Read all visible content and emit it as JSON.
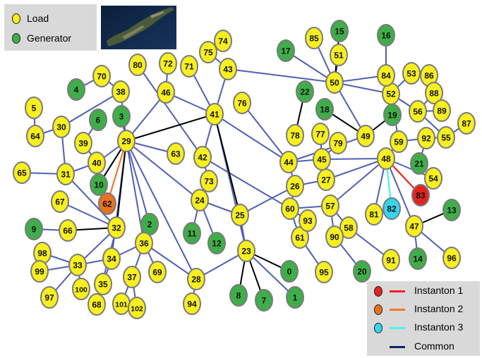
{
  "legend": {
    "node_types": [
      {
        "label": "Load",
        "color": "#f7ef1e"
      },
      {
        "label": "Generator",
        "color": "#3fae49"
      }
    ],
    "instantons": [
      {
        "label": "Instanton 1",
        "node_color": "#e3231f",
        "line_color": "#ee2222"
      },
      {
        "label": "Instanton 2",
        "node_color": "#e8731e",
        "line_color": "#f07a2a"
      },
      {
        "label": "Instanton 3",
        "node_color": "#33d6ee",
        "line_color": "#4ff2f2"
      },
      {
        "label": "Common",
        "line_color": "#14206a"
      }
    ]
  },
  "colors": {
    "load": "#f7ef1e",
    "generator": "#3fae49",
    "edge": "#4e5fb5",
    "highlight_edge": "#000000",
    "node_border": "#7a7a7a"
  },
  "nodes": [
    {
      "id": "0",
      "type": "generator"
    },
    {
      "id": "1",
      "type": "generator"
    },
    {
      "id": "2",
      "type": "generator"
    },
    {
      "id": "3",
      "type": "generator"
    },
    {
      "id": "4",
      "type": "generator"
    },
    {
      "id": "5",
      "type": "load"
    },
    {
      "id": "6",
      "type": "generator"
    },
    {
      "id": "7",
      "type": "generator"
    },
    {
      "id": "8",
      "type": "generator"
    },
    {
      "id": "9",
      "type": "generator"
    },
    {
      "id": "10",
      "type": "generator"
    },
    {
      "id": "11",
      "type": "generator"
    },
    {
      "id": "12",
      "type": "generator"
    },
    {
      "id": "13",
      "type": "generator"
    },
    {
      "id": "14",
      "type": "generator"
    },
    {
      "id": "15",
      "type": "generator"
    },
    {
      "id": "16",
      "type": "generator"
    },
    {
      "id": "17",
      "type": "generator"
    },
    {
      "id": "18",
      "type": "generator"
    },
    {
      "id": "19",
      "type": "generator"
    },
    {
      "id": "20",
      "type": "generator"
    },
    {
      "id": "21",
      "type": "generator"
    },
    {
      "id": "22",
      "type": "generator"
    },
    {
      "id": "23",
      "type": "load"
    },
    {
      "id": "24",
      "type": "load"
    },
    {
      "id": "25",
      "type": "load"
    },
    {
      "id": "26",
      "type": "load"
    },
    {
      "id": "27",
      "type": "load"
    },
    {
      "id": "28",
      "type": "load"
    },
    {
      "id": "29",
      "type": "load"
    },
    {
      "id": "30",
      "type": "load"
    },
    {
      "id": "31",
      "type": "load"
    },
    {
      "id": "32",
      "type": "load"
    },
    {
      "id": "33",
      "type": "load"
    },
    {
      "id": "34",
      "type": "load"
    },
    {
      "id": "35",
      "type": "load"
    },
    {
      "id": "36",
      "type": "load"
    },
    {
      "id": "37",
      "type": "load"
    },
    {
      "id": "38",
      "type": "load"
    },
    {
      "id": "39",
      "type": "load"
    },
    {
      "id": "40",
      "type": "load"
    },
    {
      "id": "41",
      "type": "load"
    },
    {
      "id": "42",
      "type": "load"
    },
    {
      "id": "43",
      "type": "load"
    },
    {
      "id": "44",
      "type": "load"
    },
    {
      "id": "45",
      "type": "load"
    },
    {
      "id": "46",
      "type": "load"
    },
    {
      "id": "47",
      "type": "load"
    },
    {
      "id": "48",
      "type": "load"
    },
    {
      "id": "49",
      "type": "load"
    },
    {
      "id": "50",
      "type": "load"
    },
    {
      "id": "51",
      "type": "load"
    },
    {
      "id": "52",
      "type": "load"
    },
    {
      "id": "53",
      "type": "load"
    },
    {
      "id": "54",
      "type": "load"
    },
    {
      "id": "55",
      "type": "load"
    },
    {
      "id": "56",
      "type": "load"
    },
    {
      "id": "57",
      "type": "load"
    },
    {
      "id": "58",
      "type": "load"
    },
    {
      "id": "59",
      "type": "load"
    },
    {
      "id": "60",
      "type": "load"
    },
    {
      "id": "61",
      "type": "load"
    },
    {
      "id": "62",
      "type": "instanton2"
    },
    {
      "id": "63",
      "type": "load"
    },
    {
      "id": "64",
      "type": "load"
    },
    {
      "id": "65",
      "type": "load"
    },
    {
      "id": "66",
      "type": "load"
    },
    {
      "id": "67",
      "type": "load"
    },
    {
      "id": "68",
      "type": "load"
    },
    {
      "id": "69",
      "type": "load"
    },
    {
      "id": "70",
      "type": "load"
    },
    {
      "id": "71",
      "type": "load"
    },
    {
      "id": "72",
      "type": "load"
    },
    {
      "id": "73",
      "type": "load"
    },
    {
      "id": "74",
      "type": "load"
    },
    {
      "id": "75",
      "type": "load"
    },
    {
      "id": "76",
      "type": "load"
    },
    {
      "id": "77",
      "type": "load"
    },
    {
      "id": "78",
      "type": "load"
    },
    {
      "id": "79",
      "type": "load"
    },
    {
      "id": "80",
      "type": "load"
    },
    {
      "id": "81",
      "type": "load"
    },
    {
      "id": "82",
      "type": "instanton3"
    },
    {
      "id": "83",
      "type": "instanton1"
    },
    {
      "id": "84",
      "type": "load"
    },
    {
      "id": "85",
      "type": "load"
    },
    {
      "id": "86",
      "type": "load"
    },
    {
      "id": "87",
      "type": "load"
    },
    {
      "id": "88",
      "type": "load"
    },
    {
      "id": "89",
      "type": "load"
    },
    {
      "id": "90",
      "type": "load"
    },
    {
      "id": "91",
      "type": "load"
    },
    {
      "id": "92",
      "type": "load"
    },
    {
      "id": "93",
      "type": "load"
    },
    {
      "id": "94",
      "type": "load"
    },
    {
      "id": "95",
      "type": "load"
    },
    {
      "id": "96",
      "type": "load"
    },
    {
      "id": "97",
      "type": "load"
    },
    {
      "id": "98",
      "type": "load"
    },
    {
      "id": "99",
      "type": "load"
    },
    {
      "id": "100",
      "type": "load"
    },
    {
      "id": "101",
      "type": "load"
    },
    {
      "id": "102",
      "type": "load"
    }
  ],
  "edges": [
    [
      "4",
      "70"
    ],
    [
      "70",
      "38"
    ],
    [
      "38",
      "30"
    ],
    [
      "38",
      "29"
    ],
    [
      "5",
      "64"
    ],
    [
      "64",
      "30"
    ],
    [
      "30",
      "31"
    ],
    [
      "65",
      "31"
    ],
    [
      "31",
      "40"
    ],
    [
      "31",
      "32"
    ],
    [
      "39",
      "40"
    ],
    [
      "6",
      "39"
    ],
    [
      "40",
      "29"
    ],
    [
      "10",
      "29"
    ],
    [
      "3",
      "29"
    ],
    [
      "29",
      "46"
    ],
    [
      "29",
      "63"
    ],
    [
      "29",
      "24"
    ],
    [
      "29",
      "36"
    ],
    [
      "29",
      "2"
    ],
    [
      "29",
      "28"
    ],
    [
      "29",
      "34"
    ],
    [
      "80",
      "42"
    ],
    [
      "46",
      "72"
    ],
    [
      "46",
      "41"
    ],
    [
      "71",
      "41"
    ],
    [
      "41",
      "43"
    ],
    [
      "43",
      "75"
    ],
    [
      "75",
      "74"
    ],
    [
      "43",
      "50"
    ],
    [
      "41",
      "42"
    ],
    [
      "41",
      "44"
    ],
    [
      "76",
      "44"
    ],
    [
      "42",
      "73"
    ],
    [
      "42",
      "60"
    ],
    [
      "73",
      "24"
    ],
    [
      "24",
      "11"
    ],
    [
      "24",
      "12"
    ],
    [
      "24",
      "25"
    ],
    [
      "25",
      "26"
    ],
    [
      "25",
      "23"
    ],
    [
      "23",
      "28"
    ],
    [
      "28",
      "94"
    ],
    [
      "28",
      "36"
    ],
    [
      "67",
      "32"
    ],
    [
      "9",
      "66"
    ],
    [
      "32",
      "33"
    ],
    [
      "98",
      "33"
    ],
    [
      "99",
      "33"
    ],
    [
      "97",
      "33"
    ],
    [
      "33",
      "100"
    ],
    [
      "33",
      "34"
    ],
    [
      "34",
      "35"
    ],
    [
      "34",
      "36"
    ],
    [
      "36",
      "69"
    ],
    [
      "36",
      "37"
    ],
    [
      "37",
      "101"
    ],
    [
      "37",
      "102"
    ],
    [
      "32",
      "68"
    ],
    [
      "44",
      "45"
    ],
    [
      "45",
      "77"
    ],
    [
      "45",
      "79"
    ],
    [
      "45",
      "48"
    ],
    [
      "44",
      "26"
    ],
    [
      "26",
      "27"
    ],
    [
      "27",
      "48"
    ],
    [
      "60",
      "57"
    ],
    [
      "60",
      "93"
    ],
    [
      "60",
      "61"
    ],
    [
      "61",
      "95"
    ],
    [
      "57",
      "48"
    ],
    [
      "57",
      "90"
    ],
    [
      "57",
      "58"
    ],
    [
      "58",
      "91"
    ],
    [
      "90",
      "20"
    ],
    [
      "48",
      "81"
    ],
    [
      "48",
      "47"
    ],
    [
      "48",
      "54"
    ],
    [
      "48",
      "59"
    ],
    [
      "47",
      "14"
    ],
    [
      "47",
      "96"
    ],
    [
      "59",
      "92"
    ],
    [
      "92",
      "55"
    ],
    [
      "92",
      "21"
    ],
    [
      "55",
      "87"
    ],
    [
      "55",
      "56"
    ],
    [
      "56",
      "88"
    ],
    [
      "56",
      "89"
    ],
    [
      "56",
      "52"
    ],
    [
      "52",
      "53"
    ],
    [
      "53",
      "86"
    ],
    [
      "52",
      "50"
    ],
    [
      "52",
      "84"
    ],
    [
      "84",
      "16"
    ],
    [
      "50",
      "85"
    ],
    [
      "50",
      "51"
    ],
    [
      "50",
      "17"
    ],
    [
      "50",
      "84"
    ],
    [
      "49",
      "50"
    ],
    [
      "52",
      "59"
    ],
    [
      "44",
      "49"
    ],
    [
      "26",
      "60"
    ],
    [
      "23",
      "1"
    ],
    [
      "41",
      "23"
    ]
  ],
  "highlight_edges": [
    [
      "29",
      "41"
    ],
    [
      "29",
      "32"
    ],
    [
      "29",
      "10"
    ],
    [
      "32",
      "66"
    ],
    [
      "22",
      "78"
    ],
    [
      "41",
      "25"
    ],
    [
      "49",
      "18"
    ],
    [
      "49",
      "19"
    ],
    [
      "19",
      "52"
    ],
    [
      "15",
      "50"
    ],
    [
      "47",
      "13"
    ],
    [
      "23",
      "8"
    ],
    [
      "23",
      "7"
    ],
    [
      "23",
      "0"
    ]
  ],
  "instanton_edges": [
    {
      "from": "48",
      "to": "83",
      "instanton": "1"
    },
    {
      "from": "29",
      "to": "62",
      "instanton": "2"
    },
    {
      "from": "48",
      "to": "82",
      "instanton": "3"
    }
  ]
}
